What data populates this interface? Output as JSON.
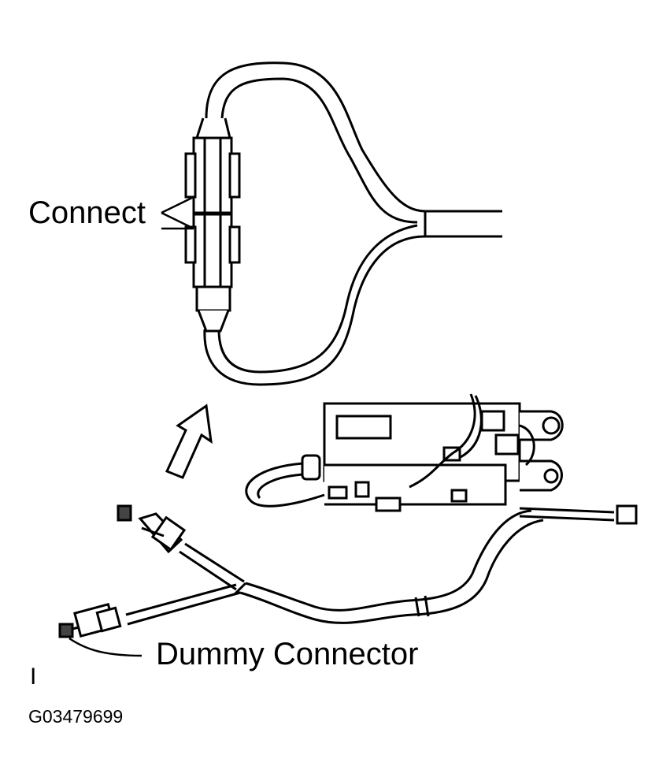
{
  "labels": {
    "connect": "Connect",
    "dummy_connector": "Dummy Connector",
    "figure_code": "G03479699",
    "marker": "I"
  }
}
